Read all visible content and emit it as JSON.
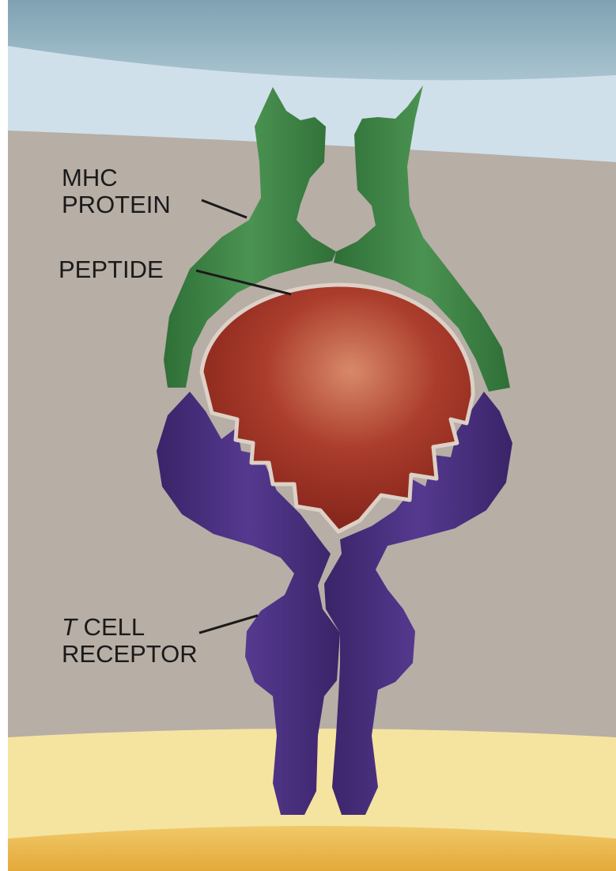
{
  "labels": {
    "mhc_line1": "MHC",
    "mhc_line2": "PROTEIN",
    "peptide": "PEPTIDE",
    "tcell_italic": "T",
    "tcell_rest": " CELL",
    "receptor": "RECEPTOR"
  },
  "colors": {
    "background": "#b7aea6",
    "top_cell_membrane": "#cfe0ea",
    "top_cell_body": "#8fb0be",
    "mhc_protein": "#3f8546",
    "peptide": "#a7382a",
    "t_cell_receptor": "#48307f",
    "bottom_cell_membrane": "#f5e3a0",
    "bottom_cell_body": "#e9b84a",
    "leader_line": "#1a1a1a"
  },
  "icons": [
    "mhc-protein-shape",
    "peptide-shape",
    "t-cell-receptor-shape"
  ]
}
